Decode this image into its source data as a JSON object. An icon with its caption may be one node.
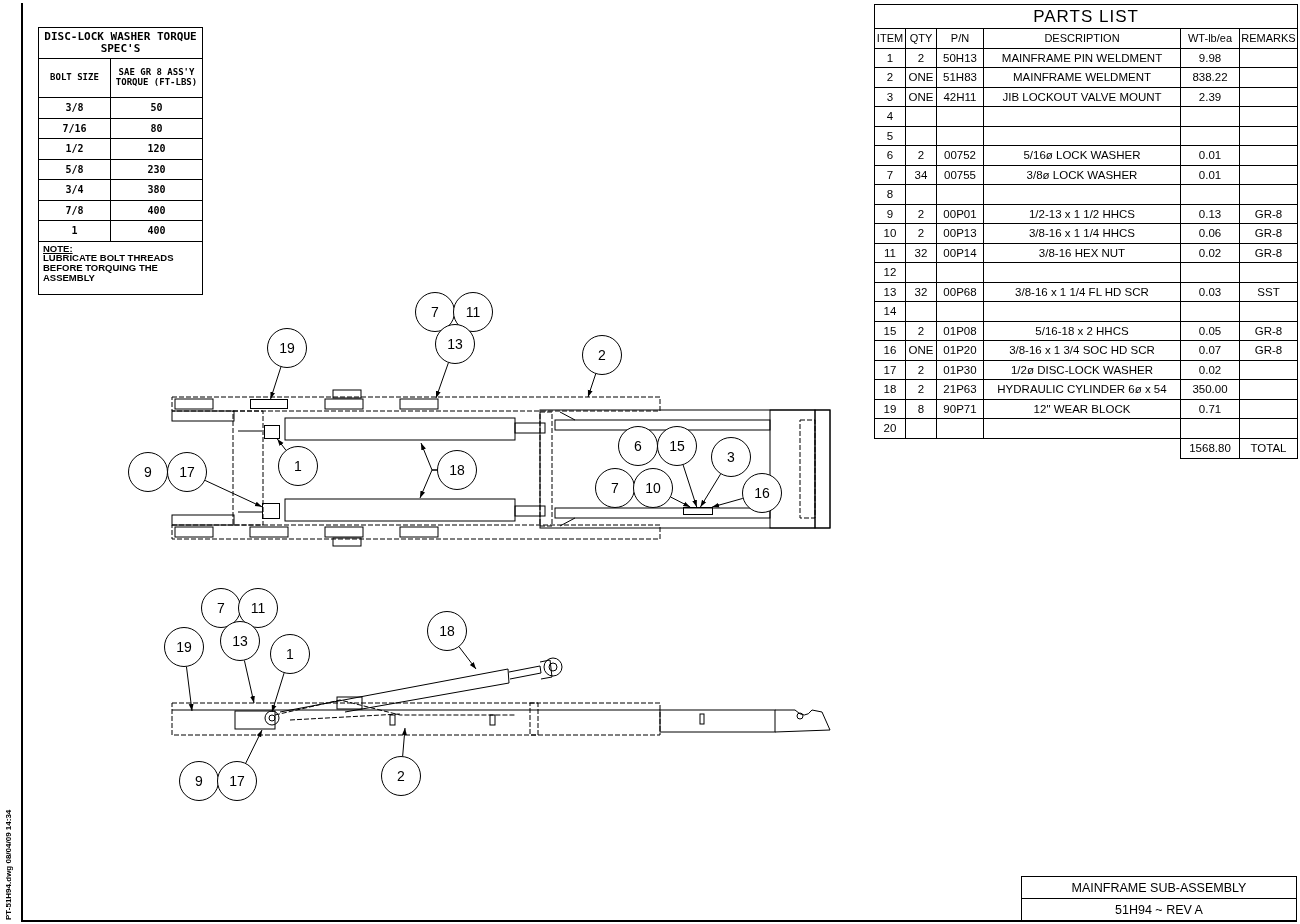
{
  "diagram": {
    "nodes": [
      {
        "text": [
          "7"
        ]
      },
      {
        "text": [
          "11"
        ]
      },
      {
        "text": [
          "13"
        ]
      },
      {
        "text": [
          "19"
        ]
      },
      {
        "text": [
          "2"
        ]
      },
      {
        "text": [
          "6"
        ]
      },
      {
        "text": [
          "15"
        ]
      },
      {
        "text": [
          "3"
        ]
      },
      {
        "text": [
          "1"
        ]
      },
      {
        "text": [
          "9"
        ]
      },
      {
        "text": [
          "17"
        ]
      },
      {
        "text": [
          "18"
        ]
      },
      {
        "text": [
          "7"
        ]
      },
      {
        "text": [
          "10"
        ]
      },
      {
        "text": [
          "16"
        ]
      },
      {
        "text": [
          "7"
        ]
      },
      {
        "text": [
          "11"
        ]
      },
      {
        "text": [
          "13"
        ]
      },
      {
        "text": [
          "19"
        ]
      },
      {
        "text": [
          "1"
        ]
      },
      {
        "text": [
          "18"
        ]
      },
      {
        "text": [
          "2"
        ]
      },
      {
        "text": [
          "9"
        ]
      },
      {
        "text": [
          "17"
        ]
      },
      {
        "text": [],
        "shape": "box"
      },
      {
        "text": [],
        "shape": "box"
      },
      {
        "text": [],
        "shape": "box"
      },
      {
        "text": [],
        "shape": "box"
      }
    ],
    "edges": [
      {
        "from": 3,
        "to": 27,
        "arrow": "to"
      },
      {
        "from": 2,
        "to": null,
        "arrow": "to"
      },
      {
        "from": 4,
        "to": null,
        "arrow": "to"
      },
      {
        "from": 8,
        "to": 24,
        "arrow": "to"
      },
      {
        "from": 10,
        "to": 25,
        "arrow": "to"
      },
      {
        "from": 11,
        "to": null,
        "arrow": "to"
      },
      {
        "from": 11,
        "to": null,
        "arrow": "to"
      },
      {
        "from": 6,
        "to": 26,
        "arrow": "to"
      },
      {
        "from": 7,
        "to": 26,
        "arrow": "to"
      },
      {
        "from": 13,
        "to": 26,
        "arrow": "to"
      },
      {
        "from": 14,
        "to": 26,
        "arrow": "to"
      },
      {
        "from": 18,
        "to": null,
        "arrow": "to"
      },
      {
        "from": 17,
        "to": null,
        "arrow": "to"
      },
      {
        "from": 19,
        "to": null,
        "arrow": "to"
      },
      {
        "from": 23,
        "to": null,
        "arrow": "to"
      },
      {
        "from": 20,
        "to": null,
        "arrow": "to"
      },
      {
        "from": 21,
        "to": null,
        "arrow": "to"
      }
    ],
    "labels": [
      "DISC-LOCK WASHER TORQUE SPEC'S",
      "BOLT SIZE",
      "SAE GR 8 ASS'Y TORQUE (FT-LBS)",
      "3/8",
      "50",
      "7/16",
      "80",
      "1/2",
      "120",
      "5/8",
      "230",
      "3/4",
      "380",
      "7/8",
      "400",
      "1",
      "400",
      "NOTE:",
      "LUBRICATE BOLT THREADS BEFORE TORQUING THE ASSEMBLY",
      "PARTS LIST",
      "ITEM",
      "QTY",
      "P/N",
      "DESCRIPTION",
      "WT-lb/ea",
      "REMARKS",
      "1",
      "2",
      "50H13",
      "MAINFRAME PIN WELDMENT",
      "9.98",
      "2",
      "ONE",
      "51H83",
      "MAINFRAME WELDMENT",
      "838.22",
      "3",
      "ONE",
      "42H11",
      "JIB LOCKOUT VALVE MOUNT",
      "2.39",
      "4",
      "5",
      "6",
      "2",
      "00752",
      "5/16ø LOCK WASHER",
      "0.01",
      "7",
      "34",
      "00755",
      "3/8ø LOCK WASHER",
      "0.01",
      "8",
      "9",
      "2",
      "00P01",
      "1/2-13 x 1 1/2 HHCS",
      "0.13",
      "GR-8",
      "10",
      "2",
      "00P13",
      "3/8-16 x 1 1/4 HHCS",
      "0.06",
      "GR-8",
      "11",
      "32",
      "00P14",
      "3/8-16 HEX NUT",
      "0.02",
      "GR-8",
      "12",
      "13",
      "32",
      "00P68",
      "3/8-16 x 1 1/4 FL HD SCR",
      "0.03",
      "SST",
      "14",
      "15",
      "2",
      "01P08",
      "5/16-18 x 2 HHCS",
      "0.05",
      "GR-8",
      "16",
      "ONE",
      "01P20",
      "3/8-16 x 1 3/4 SOC HD SCR",
      "0.07",
      "GR-8",
      "17",
      "2",
      "01P30",
      "1/2ø DISC-LOCK WASHER",
      "0.02",
      "18",
      "2",
      "21P63",
      "HYDRAULIC CYLINDER 6ø x 54",
      "350.00",
      "19",
      "8",
      "90P71",
      "12\" WEAR BLOCK",
      "0.71",
      "20",
      "1568.80",
      "TOTAL",
      "MAINFRAME SUB-ASSEMBLY",
      "51H94 ~ REV A",
      "PT-51H94.dwg 08/04/09 14:34"
    ]
  }
}
